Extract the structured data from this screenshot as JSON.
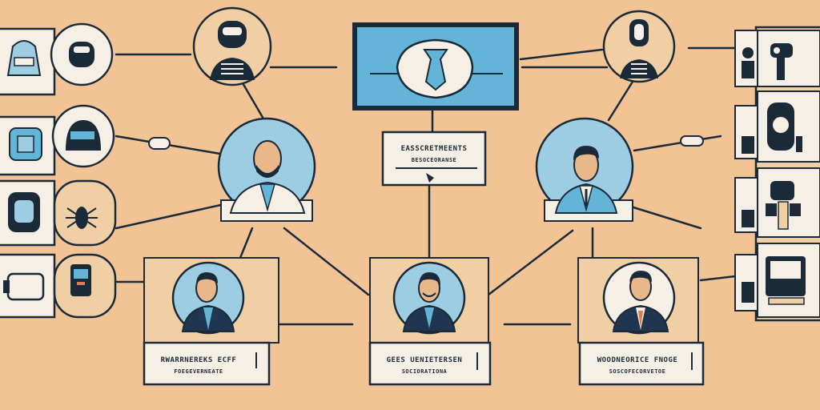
{
  "colors": {
    "background": "#f2c394",
    "outline": "#1b2a38",
    "card": "#f6efe6",
    "panel": "#f0cfa5",
    "accent_blue": "#62b5d6",
    "pale_blue": "#9dcde2",
    "suit_dark": "#1f3550"
  },
  "screen": {
    "icon": "necktie-icon"
  },
  "labels": {
    "top_center": {
      "line1": "EASSCRETMEENTS",
      "line2": "BESOCEORANSE"
    },
    "bottom_left": {
      "line1": "RWARRNEREKS ECFF",
      "line2": "FOEGEVERNEATE"
    },
    "bottom_center": {
      "line1": "GEES UENIETERSEN",
      "line2": "SOCIORATIONA"
    },
    "bottom_right": {
      "line1": "WOODNEORICE FNOGE",
      "line2": "SOSCOFECORVETOE"
    }
  },
  "people": [
    {
      "id": "executive-bald",
      "icon": "bald-person-icon"
    },
    {
      "id": "executive-right",
      "icon": "businessman-icon"
    },
    {
      "id": "manager-left",
      "icon": "businessman-icon"
    },
    {
      "id": "manager-center",
      "icon": "businessman-icon"
    },
    {
      "id": "manager-right",
      "icon": "businessman-icon"
    }
  ],
  "devices": {
    "left": [
      "robot-head-icon",
      "smartwatch-icon",
      "headphones-icon",
      "insect-icon",
      "camera-icon"
    ],
    "right": [
      "person-silhouette-icon",
      "hairdryer-icon",
      "watch-icon",
      "gadget-icon",
      "monitor-icon"
    ],
    "top": [
      "robot-bust-icon",
      "microphone-robot-icon"
    ]
  }
}
